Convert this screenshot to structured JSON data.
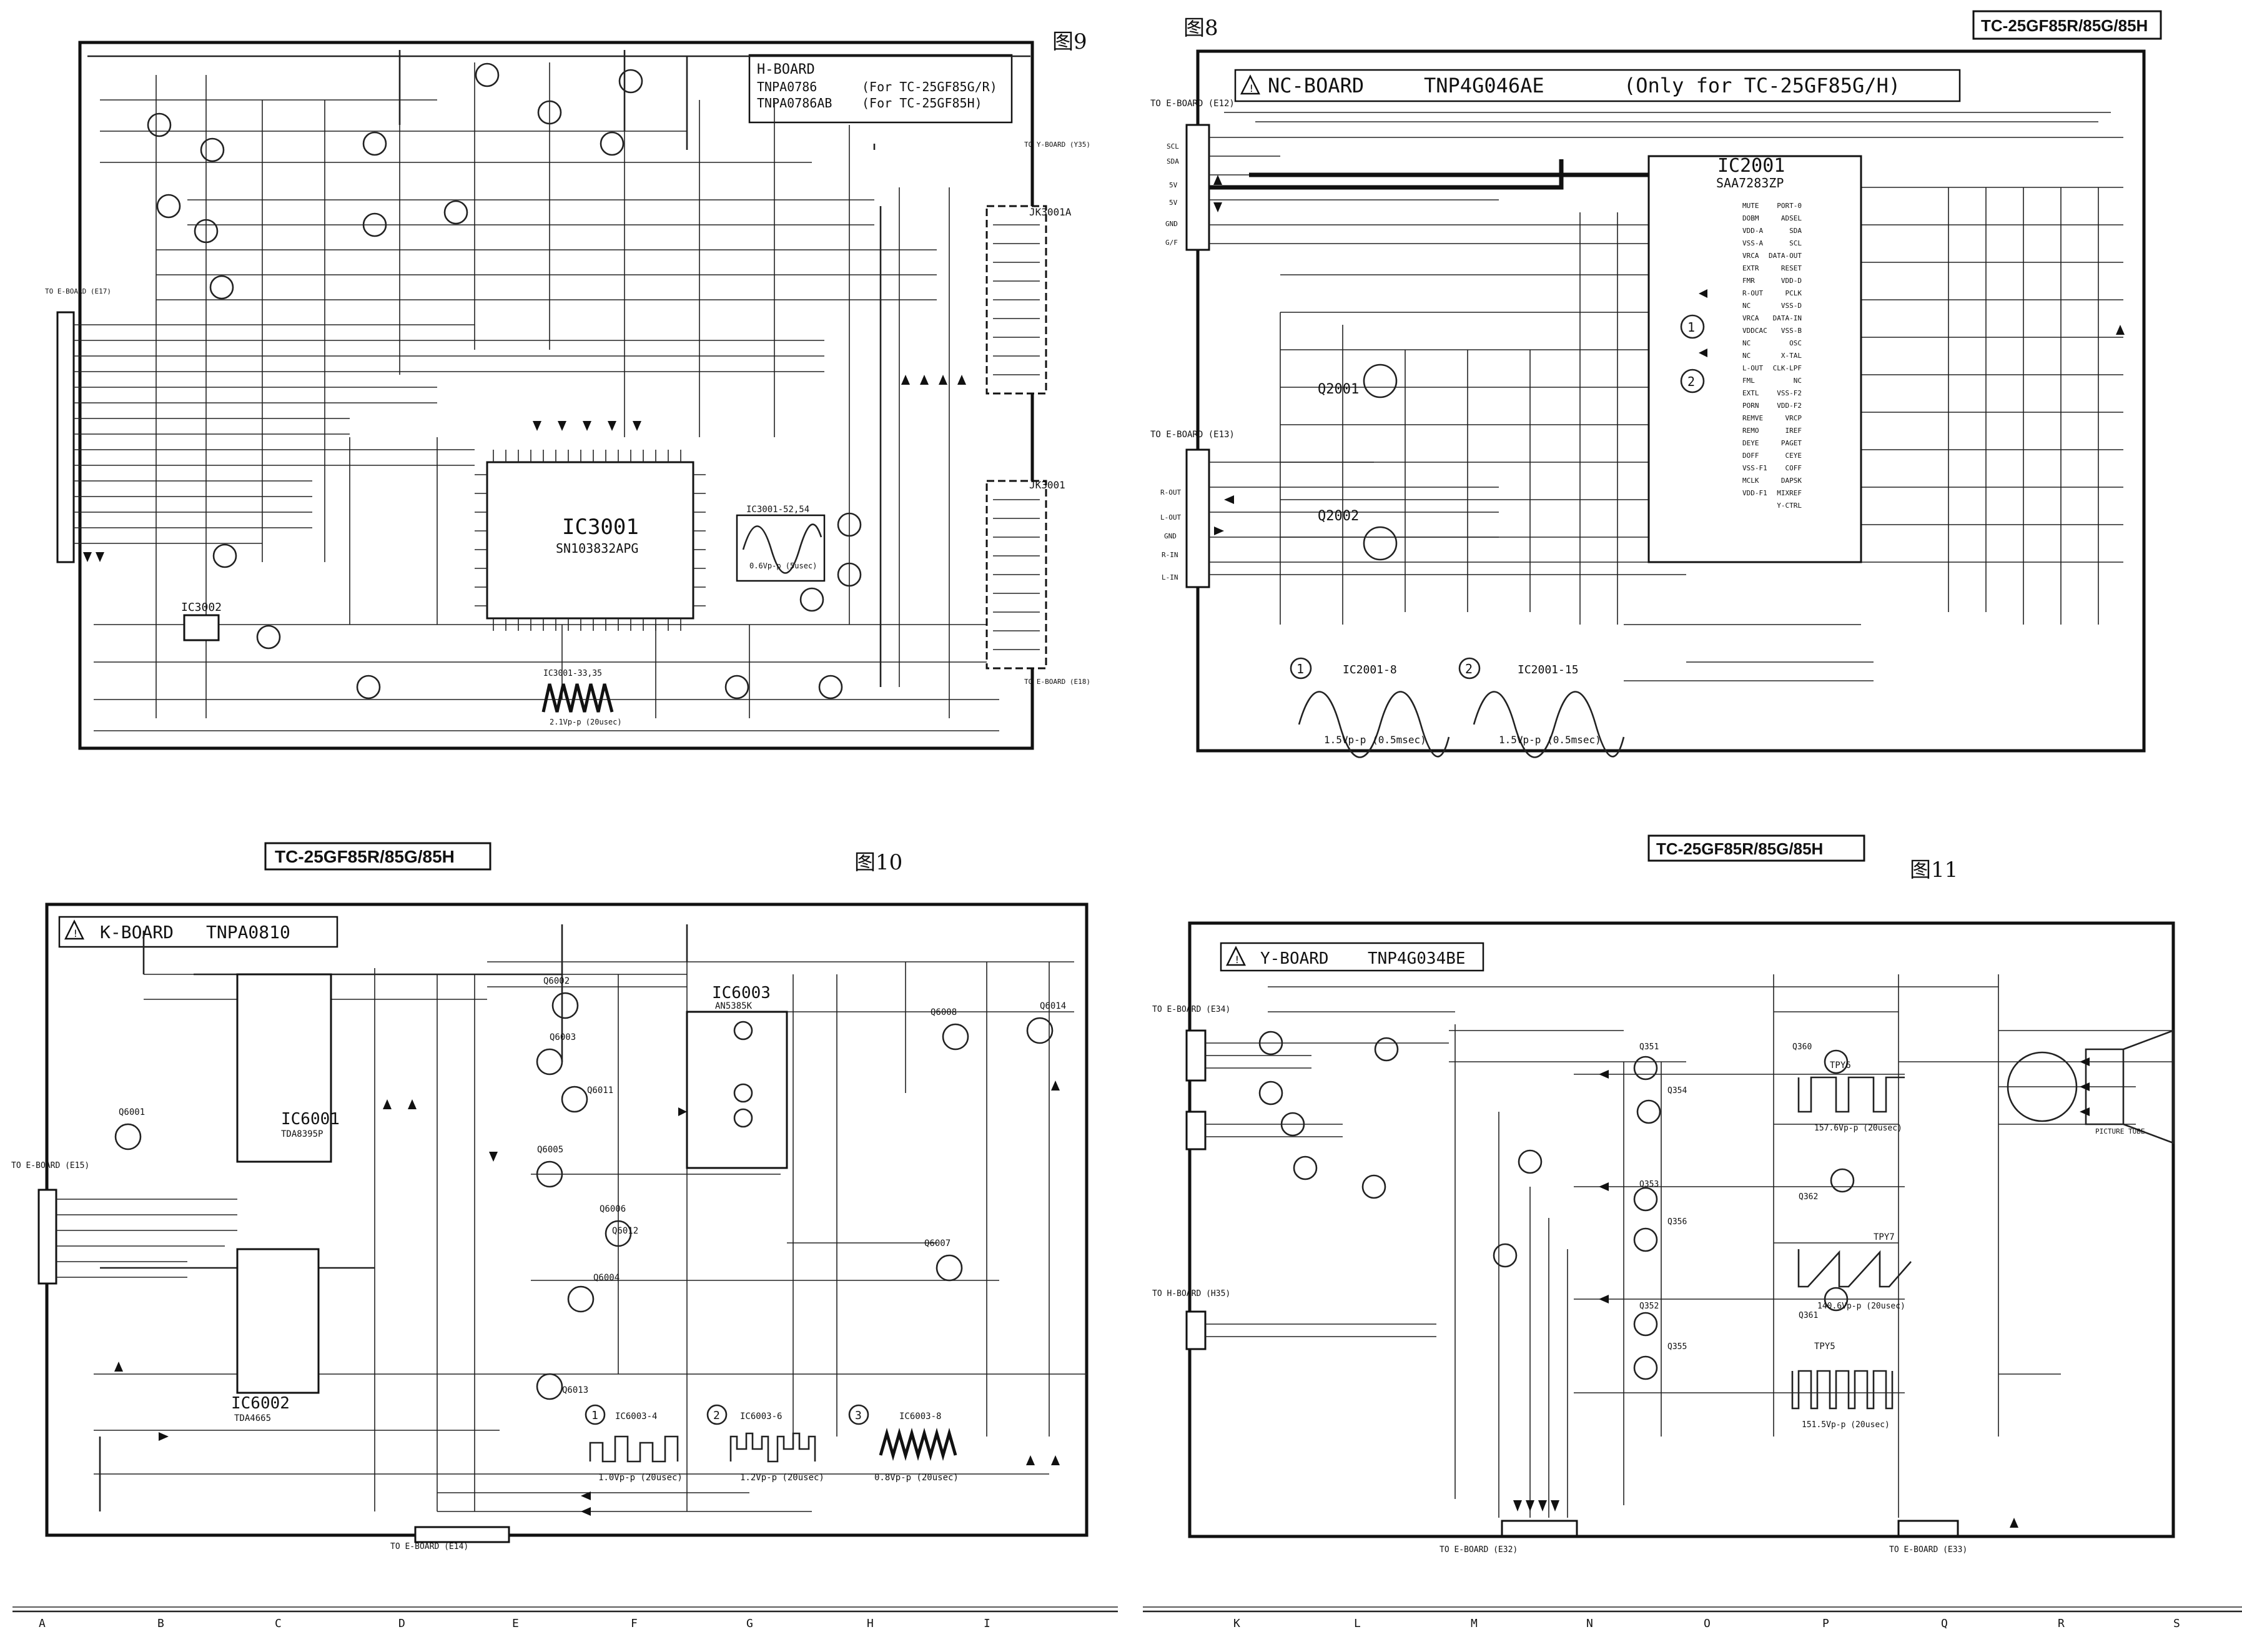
{
  "model_banner": "TC-25GF85R/85G/85H",
  "figures": {
    "fig8": "图8",
    "fig9": "图9",
    "fig10": "图10",
    "fig11": "图11"
  },
  "h_board": {
    "title": "H-BOARD",
    "part1": "TNPA0786",
    "part1_note": "(For TC-25GF85G/R)",
    "part2": "TNPA0786AB",
    "part2_note": "(For TC-25GF85H)",
    "ic_main_ref": "IC3001",
    "ic_main_part": "SN103832APG",
    "ic_small": "IC3002",
    "jack_a": "JK3001A",
    "jack_b": "JK3001",
    "wave1_label": "IC3001-52,54",
    "wave1_amp": "0.6Vp-p (5usec)",
    "wave2_label": "IC3001-33,35",
    "wave2_amp": "2.1Vp-p (20usec)",
    "conn_left": "TO E-BOARD (E17)",
    "conn_right_top": "TO Y-BOARD (Y35)",
    "conn_right_bottom": "TO E-BOARD (E18)"
  },
  "nc_board": {
    "title": "NC-BOARD",
    "part": "TNP4G046AE",
    "note": "(Only for TC-25GF85G/H)",
    "ic_ref": "IC2001",
    "ic_part": "SAA7283ZP",
    "q1": "Q2001",
    "q2": "Q2002",
    "conn_top": "TO E-BOARD (E12)",
    "conn_bottom": "TO E-BOARD (E13)",
    "wave1_num": "1",
    "wave1_label": "IC2001-8",
    "wave1_amp": "1.5Vp-p (0.5msec)",
    "wave2_num": "2",
    "wave2_label": "IC2001-15",
    "wave2_amp": "1.5Vp-p (0.5msec)",
    "left_pins": [
      "SCL",
      "SDA",
      "5V",
      "5V",
      "GND",
      "G/F"
    ],
    "left_pins_b": [
      "R-OUT",
      "L-OUT",
      "GND",
      "R-IN",
      "L-IN"
    ],
    "ic_pins_left": [
      "MUTE",
      "DOBM",
      "VDD-A",
      "VSS-A",
      "VRCA",
      "EXTR",
      "FMR",
      "R-OUT",
      "NC",
      "VRCA",
      "VDDCAC",
      "NC",
      "NC",
      "L-OUT",
      "FML",
      "EXTL",
      "PORN",
      "REMVE",
      "REMO",
      "DEYE",
      "DOFF",
      "VSS-F1",
      "MCLK",
      "VDD-F1"
    ],
    "ic_pins_right": [
      "PORT-0",
      "ADSEL",
      "SDA",
      "SCL",
      "DATA-OUT",
      "RESET",
      "VDD-D",
      "PCLK",
      "VSS-D",
      "DATA-IN",
      "VSS-B",
      "OSC",
      "X-TAL",
      "CLK-LPF",
      "NC",
      "VSS-F2",
      "VDD-F2",
      "VRCP",
      "IREF",
      "PAGET",
      "CEYE",
      "COFF",
      "DAPSK",
      "MIXREF",
      "Y-CTRL"
    ]
  },
  "k_board": {
    "title": "K-BOARD",
    "part": "TNPA0810",
    "ic1_ref": "IC6001",
    "ic1_part": "TDA8395P",
    "ic2_ref": "IC6002",
    "ic2_part": "TDA4665",
    "ic3_ref": "IC6003",
    "ic3_part": "AN5385K",
    "q_list": [
      "Q6001",
      "Q6002",
      "Q6003",
      "Q6004",
      "Q6005",
      "Q6006",
      "Q6007",
      "Q6008",
      "Q6011",
      "Q6012",
      "Q6013",
      "Q6014"
    ],
    "conn_left": "TO E-BOARD (E15)",
    "conn_bottom": "TO E-BOARD (E14)",
    "wave1_num": "1",
    "wave1_label": "IC6003-4",
    "wave1_amp": "1.0Vp-p (20usec)",
    "wave2_num": "2",
    "wave2_label": "IC6003-6",
    "wave2_amp": "1.2Vp-p (20usec)",
    "wave3_num": "3",
    "wave3_label": "IC6003-8",
    "wave3_amp": "0.8Vp-p (20usec)"
  },
  "y_board": {
    "title": "Y-BOARD",
    "part": "TNP4G034BE",
    "q_list": [
      "Q351",
      "Q352",
      "Q353",
      "Q354",
      "Q355",
      "Q356",
      "Q360",
      "Q361",
      "Q362"
    ],
    "tp1": "TPY6",
    "tp1_amp": "157.6Vp-p (20usec)",
    "tp2": "TPY7",
    "tp2_amp": "140.6Vp-p (20usec)",
    "tp3": "TPY5",
    "tp3_amp": "151.5Vp-p (20usec)",
    "conn_top": "TO E-BOARD (E34)",
    "conn_mid": "TO H-BOARD (H35)",
    "conn_bottom_left": "TO E-BOARD (E32)",
    "conn_bottom_right": "TO E-BOARD (E33)",
    "tube_label": "PICTURE TUBE"
  },
  "grid_letters_left": [
    "A",
    "B",
    "C",
    "D",
    "E",
    "F",
    "G",
    "H",
    "I"
  ],
  "grid_letters_right": [
    "K",
    "L",
    "M",
    "N",
    "O",
    "P",
    "Q",
    "R",
    "S"
  ]
}
